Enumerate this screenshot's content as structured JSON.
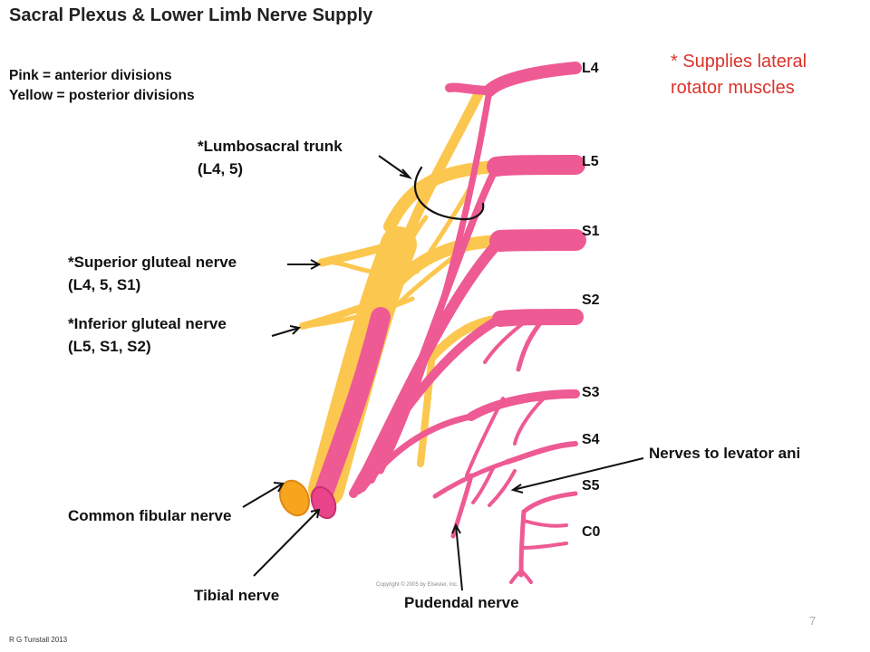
{
  "title": "Sacral Plexus & Lower Limb Nerve Supply",
  "legend": {
    "pink": "Pink = anterior divisions",
    "yellow": "Yellow = posterior divisions"
  },
  "note": {
    "line1": "* Supplies lateral",
    "line2": "rotator muscles"
  },
  "levels": [
    "L4",
    "L5",
    "S1",
    "S2",
    "S3",
    "S4",
    "S5",
    "C0"
  ],
  "labels": {
    "lumbosacral": {
      "line1": "*Lumbosacral trunk",
      "line2": "(L4, 5)"
    },
    "superior_gluteal": {
      "line1": "*Superior gluteal nerve",
      "line2": "(L4, 5, S1)"
    },
    "inferior_gluteal": {
      "line1": "*Inferior gluteal nerve",
      "line2": "(L5, S1, S2)"
    },
    "common_fibular": "Common fibular nerve",
    "tibial": "Tibial nerve",
    "pudendal": "Pudendal nerve",
    "levator_ani": "Nerves to levator ani"
  },
  "copyright": "Copyright © 2005 by Elsevier, Inc.",
  "credit": "R G Tunstall 2013",
  "page_number": "7",
  "colors": {
    "anterior": "#ee5a93",
    "anterior_light": "#f58cb6",
    "posterior": "#fcc74f",
    "posterior_light": "#ffd97a",
    "note_red": "#d9332b",
    "orange_cut": "#f7a51c"
  }
}
